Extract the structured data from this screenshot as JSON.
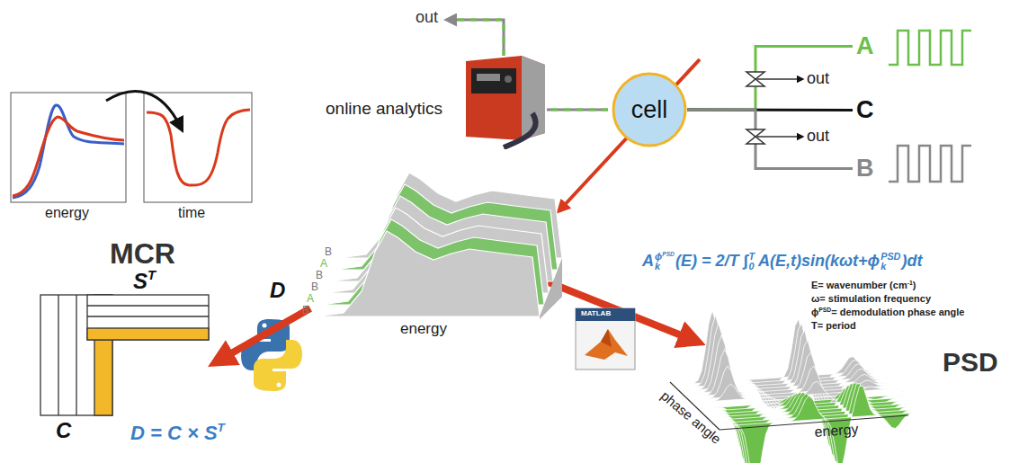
{
  "diagram": {
    "nodes": [
      {
        "text": [
          "online analytics"
        ]
      },
      {
        "text": [
          "cell"
        ]
      },
      {
        "text": [
          "A"
        ]
      },
      {
        "text": [
          "C"
        ]
      },
      {
        "text": [
          "B"
        ]
      }
    ],
    "edges": [
      {
        "from": 2,
        "to": 1,
        "arrow": "none"
      },
      {
        "from": 3,
        "to": 1,
        "arrow": "none"
      },
      {
        "from": 4,
        "to": 1,
        "arrow": "none"
      },
      {
        "from": 1,
        "to": 0,
        "arrow": "none"
      }
    ],
    "labels": [
      "out",
      "out",
      "out",
      "energy",
      "time",
      "MCR",
      "B",
      "A",
      "B",
      "B",
      "A",
      "B",
      "D",
      "energy",
      "S",
      "T",
      "C",
      "D = C × S",
      "T",
      "MATLAB",
      "A",
      "k",
      "ϕ",
      "PSD",
      "(E) = 2/T ∫",
      "0",
      "T",
      "A(E,t)sin(kωt+ϕ",
      "k",
      "PSD",
      ")dt",
      "E= wavenumber (cm",
      "-1",
      ")",
      "ω= stimulation frequency",
      "ϕ",
      "PSD",
      "= demodulation phase angle",
      "T= period",
      "PSD",
      "phase angle",
      "energy"
    ]
  }
}
